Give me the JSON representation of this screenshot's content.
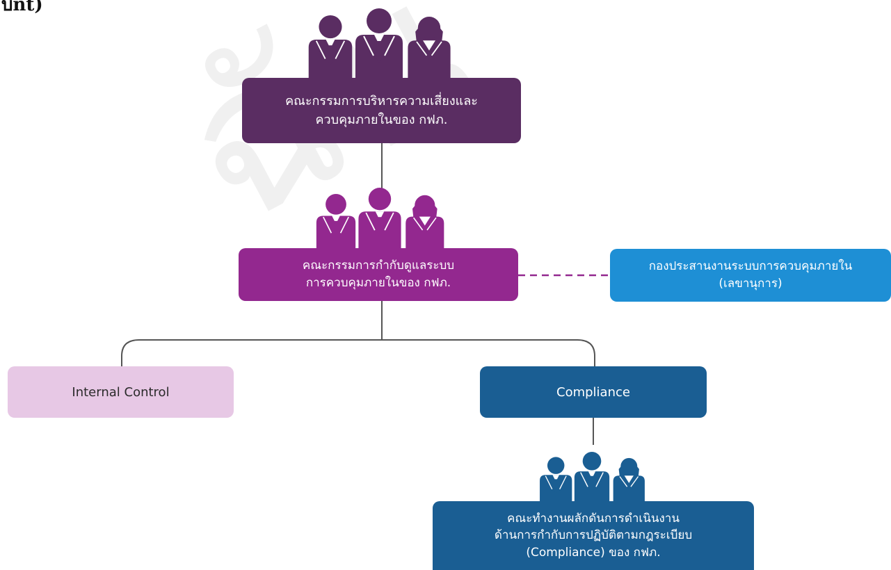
{
  "page": {
    "corner_text": "บ็nt)"
  },
  "boxes": {
    "top": {
      "lines": [
        "คณะกรรมการบริหารความเสี่ยงและ",
        "ควบคุมภายในของ กฟภ."
      ]
    },
    "middle": {
      "lines": [
        "คณะกรรมการกำกับดูแลระบบ",
        "การควบคุมภายในของ กฟภ."
      ]
    },
    "right": {
      "lines": [
        "กองประสานงานระบบการควบคุมภายใน",
        "(เลขานุการ)"
      ]
    },
    "internal_control": {
      "label": "Internal Control"
    },
    "compliance": {
      "label": "Compliance"
    },
    "bottom": {
      "lines": [
        "คณะทำงานผลักดันการดำเนินงาน",
        "ด้านการกำกับการปฏิบัติตามกฎระเบียบ",
        "(Compliance) ของ กฟภ."
      ]
    }
  },
  "watermark": {
    "text": "ฉัน"
  },
  "colors": {
    "top_box": "#5a2d62",
    "middle_box": "#93288f",
    "right_box": "#1e8fd5",
    "internal_control_box": "#e7c8e5",
    "compliance_box": "#1a5e93",
    "bottom_box": "#1a5e93",
    "connector": "#555555",
    "dashed_connector": "#93288f"
  },
  "icons": {
    "top_group": "people-group-icon",
    "middle_group": "people-group-icon",
    "bottom_group": "people-group-icon"
  }
}
